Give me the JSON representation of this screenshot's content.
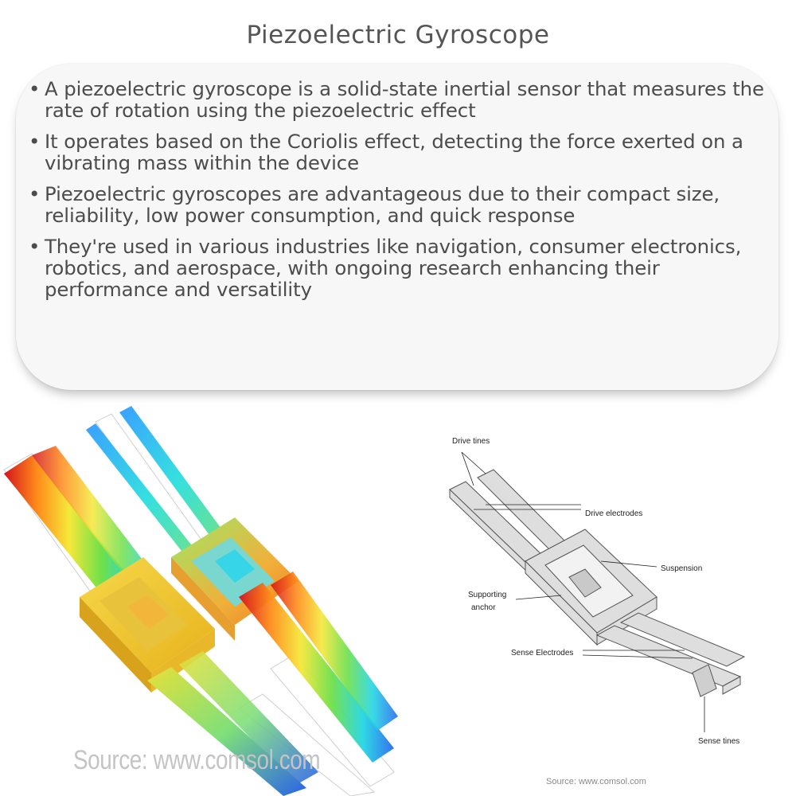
{
  "title": "Piezoelectric Gyroscope",
  "bullets": [
    "A piezoelectric gyroscope is a solid-state inertial sensor that measures the rate of rotation using the piezoelectric effect",
    "It operates based on the Coriolis effect, detecting the force exerted on a vibrating mass within the device",
    "Piezoelectric gyroscopes are advantageous due to their compact size, reliability, low power consumption, and quick response",
    "They're used in various industries like navigation, consumer electronics, robotics, and aerospace, with ongoing research enhancing their performance and versatility"
  ],
  "left_image": {
    "source": "Source: www.comsol.com"
  },
  "right_image": {
    "labels": {
      "drive_tines": "Drive tines",
      "drive_electrodes": "Drive electrodes",
      "suspension": "Suspension",
      "supporting_anchor_1": "Supporting",
      "supporting_anchor_2": "anchor",
      "sense_electrodes": "Sense Electrodes",
      "sense_tines": "Sense tines"
    },
    "source": "Source: www.comsol.com"
  }
}
